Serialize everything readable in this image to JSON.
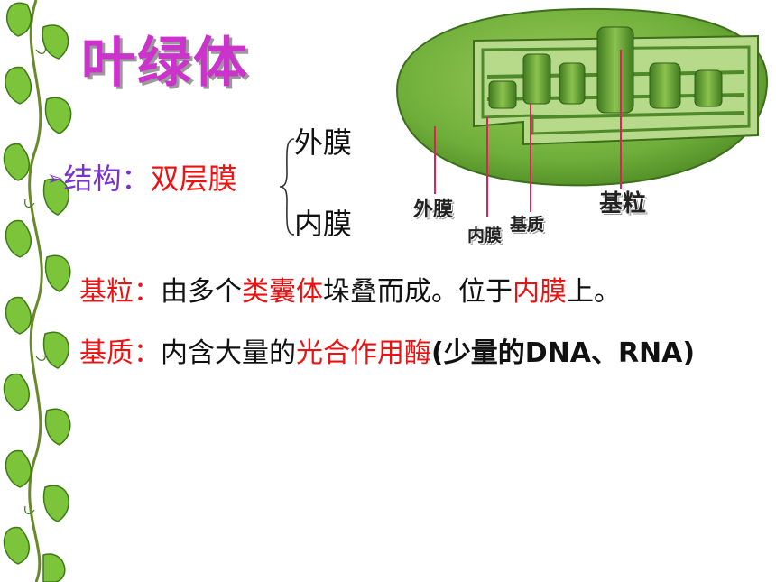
{
  "title": "叶绿体",
  "structure": {
    "bullet": "➢",
    "label": "结构：",
    "value": "双层膜",
    "branches": [
      "外膜",
      "内膜"
    ]
  },
  "grana_line": {
    "label": "基粒：",
    "part1": "由多个",
    "highlight1": "类囊体",
    "part2": "垛叠而成。位于",
    "highlight2": "内膜",
    "part3": "上。"
  },
  "stroma_line": {
    "label": "基质：",
    "part1": "内含大量的",
    "highlight1": "光合作用酶",
    "part2": "(少量的DNA、RNA)"
  },
  "diagram_labels": {
    "outer_membrane": "外膜",
    "inner_membrane": "内膜",
    "stroma": "基质",
    "grana": "基粒"
  },
  "colors": {
    "title": "#cc33cc",
    "label_purple": "#7733cc",
    "highlight_red": "#ee1111",
    "chloroplast_green": "#6fae3a",
    "pointer_line": "#e0205a"
  }
}
